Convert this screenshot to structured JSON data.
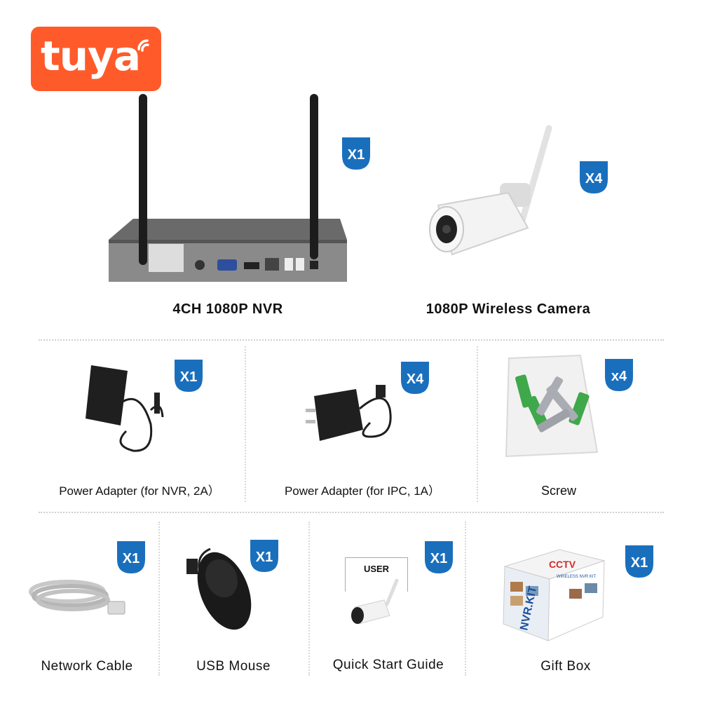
{
  "brand": {
    "logo_text": "tuya"
  },
  "colors": {
    "brand": "#ff5b2a",
    "badge": "#1a6fbd"
  },
  "items": {
    "nvr": {
      "label": "4CH 1080P NVR",
      "qty": "X1"
    },
    "camera": {
      "label": "1080P Wireless Camera",
      "qty": "X4"
    },
    "nvr_power": {
      "label": "Power Adapter (for NVR, 2A）",
      "qty": "X1"
    },
    "ipc_power": {
      "label": "Power Adapter (for IPC, 1A）",
      "qty": "X4"
    },
    "screw": {
      "label": "Screw",
      "qty": "x4"
    },
    "cable": {
      "label": "Network Cable",
      "qty": "X1"
    },
    "mouse": {
      "label": "USB Mouse",
      "qty": "X1"
    },
    "guide": {
      "label": "Quick Start Guide",
      "qty": "X1",
      "card_title": "USER"
    },
    "giftbox": {
      "label": "Gift Box",
      "qty": "X1",
      "box_title": "CCTV",
      "box_subtitle": "WIRELESS NVR KIT",
      "box_side": "NVR.KIT"
    }
  }
}
